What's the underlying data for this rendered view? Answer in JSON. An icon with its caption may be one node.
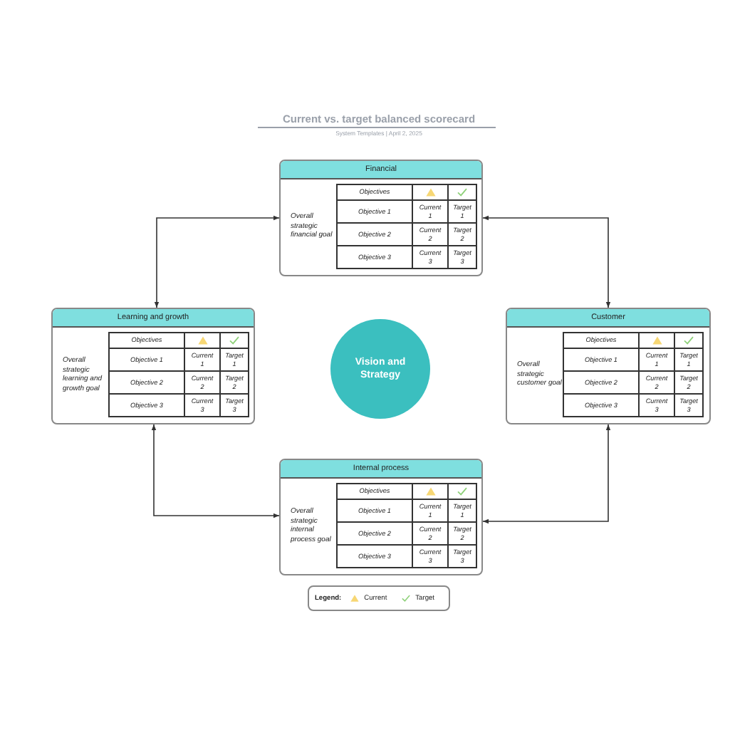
{
  "diagram": {
    "title": "Current vs. target balanced scorecard",
    "nodes": [
      {
        "text": [
          "Financial",
          "Overall strategic financial goal",
          "Objectives",
          "Objective 1",
          "Current 1",
          "Target 1",
          "Objective 2",
          "Current 2",
          "Target 2",
          "Objective 3",
          "Current 3",
          "Target 3"
        ]
      },
      {
        "text": [
          "Learning and growth",
          "Overall strategic learning and growth goal",
          "Objectives",
          "Objective 1",
          "Current 1",
          "Target 1",
          "Objective 2",
          "Current 2",
          "Target 2",
          "Objective 3",
          "Current 3",
          "Target 3"
        ]
      },
      {
        "text": [
          "Vision and Strategy"
        ]
      },
      {
        "text": [
          "Customer",
          "Overall strategic customer goal",
          "Objectives",
          "Objective 1",
          "Current 1",
          "Target 1",
          "Objective 2",
          "Current 2",
          "Target 2",
          "Objective 3",
          "Current 3",
          "Target 3"
        ]
      },
      {
        "text": [
          "Internal process",
          "Overall strategic internal process goal",
          "Objectives",
          "Objective 1",
          "Current 1",
          "Target 1",
          "Objective 2",
          "Current 2",
          "Target 2",
          "Objective 3",
          "Current 3",
          "Target 3"
        ]
      }
    ],
    "edges": [
      {
        "from": 0,
        "to": 3,
        "arrow": "both"
      },
      {
        "from": 0,
        "to": 1,
        "arrow": "both"
      },
      {
        "from": 1,
        "to": 4,
        "arrow": "both"
      },
      {
        "from": 4,
        "to": 3,
        "arrow": "both"
      }
    ],
    "labels": [
      "System Templates | April 2, 2025",
      "Legend:"
    ],
    "legend": [
      {
        "text": "Current"
      },
      {
        "text": "Target"
      }
    ]
  }
}
